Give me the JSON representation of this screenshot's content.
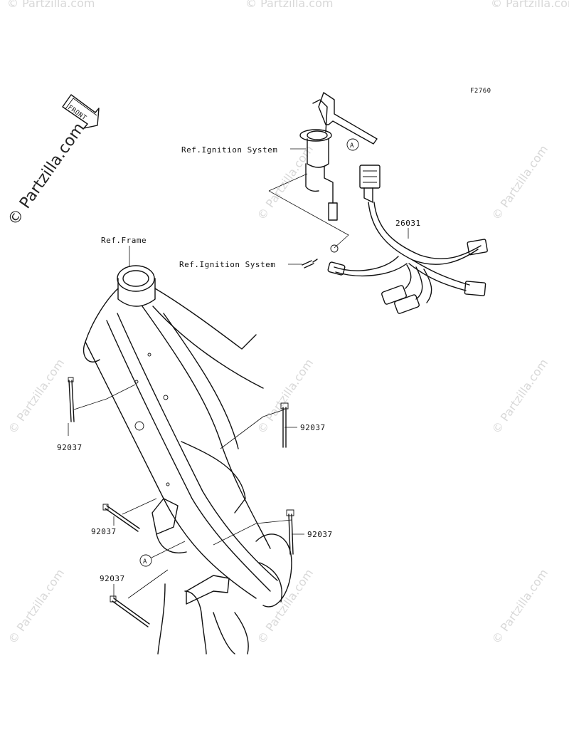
{
  "diagram_code": "F2760",
  "front_marker": "FRONT",
  "copyright": "© Partzilla.com",
  "watermark_text": "© Partzilla.com",
  "callout_letter": "A",
  "labels": {
    "ref_frame": "Ref.Frame",
    "ref_ignition_1": "Ref.Ignition System",
    "ref_ignition_2": "Ref.Ignition System",
    "harness": "26031",
    "band_1": "92037",
    "band_2": "92037",
    "band_3": "92037",
    "band_4": "92037",
    "band_5": "92037"
  },
  "colors": {
    "line": "#111111",
    "watermark": "#d8d8d8",
    "background": "#ffffff"
  }
}
